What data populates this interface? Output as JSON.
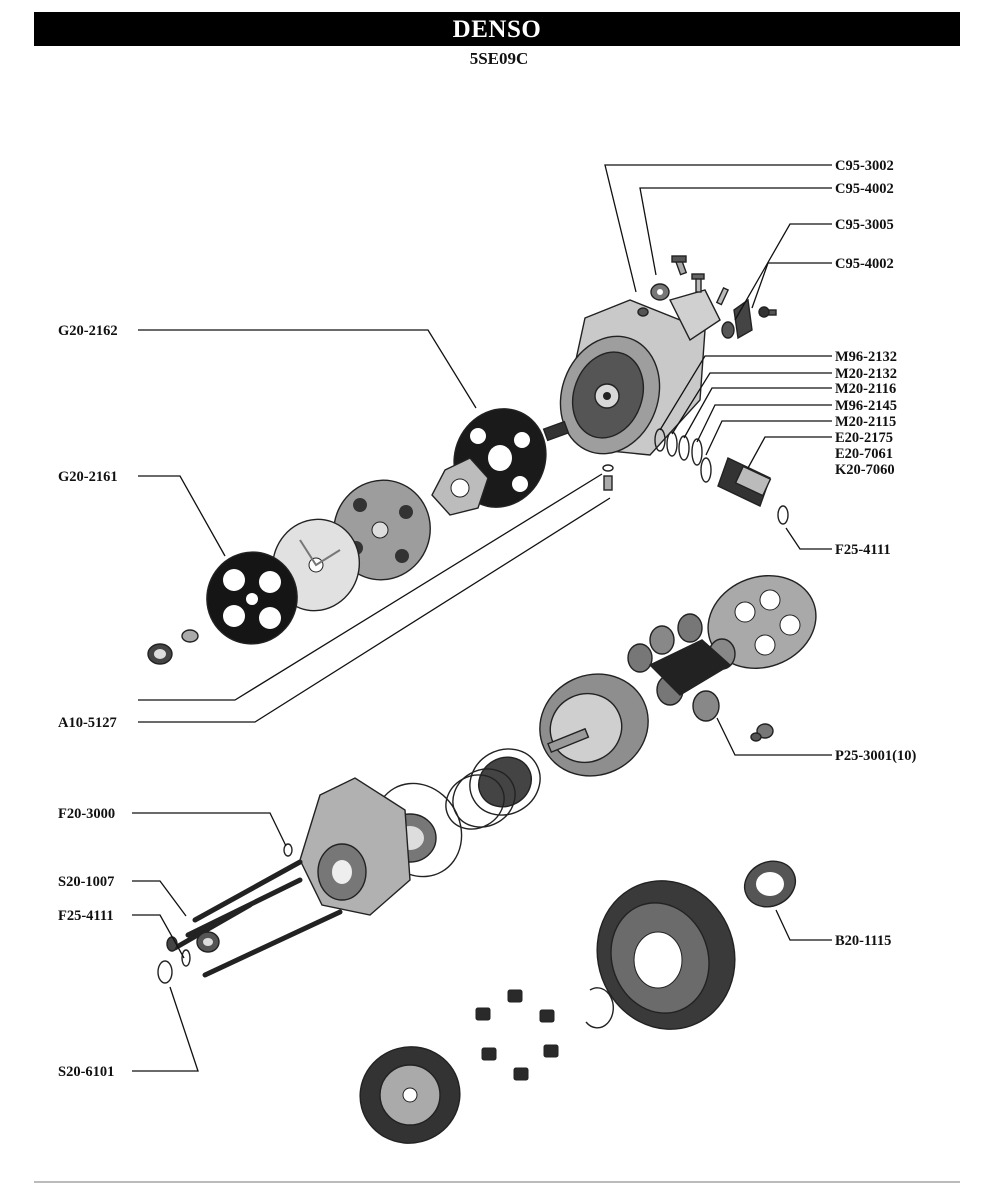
{
  "header": {
    "brand": "DENSO",
    "model": "5SE09C"
  },
  "callouts": [
    {
      "id": "c95-3002",
      "text": "C95-3002"
    },
    {
      "id": "c95-4002-a",
      "text": "C95-4002"
    },
    {
      "id": "c95-3005",
      "text": "C95-3005"
    },
    {
      "id": "c95-4002-b",
      "text": "C95-4002"
    },
    {
      "id": "m96-2132",
      "text": "M96-2132"
    },
    {
      "id": "m20-2132",
      "text": "M20-2132"
    },
    {
      "id": "m20-2116",
      "text": "M20-2116"
    },
    {
      "id": "m96-2145",
      "text": "M96-2145"
    },
    {
      "id": "m20-2115",
      "text": "M20-2115"
    },
    {
      "id": "e20-2175",
      "text": "E20-2175"
    },
    {
      "id": "e20-7061",
      "text": "E20-7061"
    },
    {
      "id": "k20-7060",
      "text": "K20-7060"
    },
    {
      "id": "f25-4111-a",
      "text": "F25-4111"
    },
    {
      "id": "g20-2162",
      "text": "G20-2162"
    },
    {
      "id": "g20-2161",
      "text": "G20-2161"
    },
    {
      "id": "a10-5127",
      "text": "A10-5127"
    },
    {
      "id": "p25-3001",
      "text": "P25-3001(10)"
    },
    {
      "id": "f20-3000",
      "text": "F20-3000"
    },
    {
      "id": "s20-1007",
      "text": "S20-1007"
    },
    {
      "id": "f25-4111-b",
      "text": "F25-4111"
    },
    {
      "id": "b20-1115",
      "text": "B20-1115"
    },
    {
      "id": "s20-6101",
      "text": "S20-6101"
    }
  ]
}
